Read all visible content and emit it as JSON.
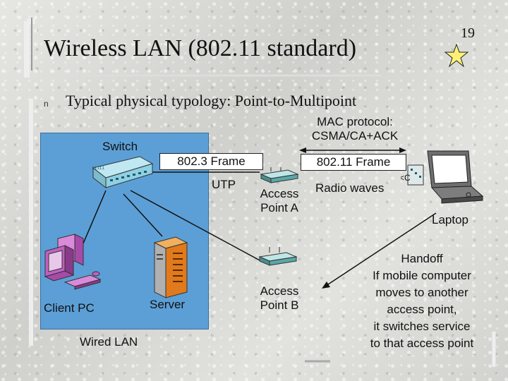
{
  "slide": {
    "title": "Wireless LAN (802.11 standard)",
    "page_number": "19",
    "bullet_marker": "n",
    "bullet": "Typical physical typology: Point-to-Multipoint"
  },
  "diagram": {
    "mac_protocol_line1": "MAC protocol:",
    "mac_protocol_line2": "CSMA/CA+ACK",
    "switch": "Switch",
    "frame_8023": "802.3 Frame",
    "frame_80211": "802.11 Frame",
    "utp": "UTP",
    "access_point_a_line1": "Access",
    "access_point_a_line2": "Point A",
    "radio_waves": "Radio waves",
    "laptop": "Laptop",
    "client_pc": "Client PC",
    "server": "Server",
    "wired_lan": "Wired LAN",
    "access_point_b_line1": "Access",
    "access_point_b_line2": "Point B",
    "handoff": [
      "Handoff",
      "If mobile computer",
      "moves to another",
      "access point,",
      "it switches service",
      "to that access point"
    ]
  },
  "colors": {
    "wired_lan_panel": "#5c9fd6",
    "star": "#fff176",
    "client_pc": "#c060c0",
    "server": "#e07a1c",
    "access_point": "#5aa7a7",
    "switch": "#8fd0e3"
  },
  "icons": [
    "star-icon",
    "switch-icon",
    "client-pc-icon",
    "server-icon",
    "access-point-icon",
    "laptop-icon"
  ]
}
